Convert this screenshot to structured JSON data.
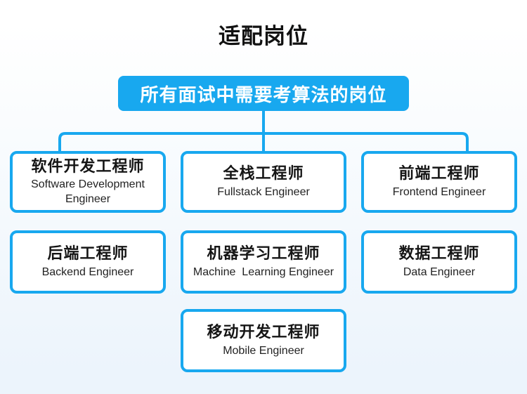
{
  "title": "适配岗位",
  "root": {
    "label": "所有面试中需要考算法的岗位"
  },
  "colors": {
    "accent": "#18a8ef",
    "background_bottom": "#ecf4fc",
    "title_text": "#111111",
    "node_text": "#151515"
  },
  "nodes": [
    {
      "zh": "软件开发工程师",
      "en": "Software Development Engineer"
    },
    {
      "zh": "全栈工程师",
      "en": "Fullstack Engineer"
    },
    {
      "zh": "前端工程师",
      "en": "Frontend Engineer"
    },
    {
      "zh": "后端工程师",
      "en": "Backend Engineer"
    },
    {
      "zh": "机器学习工程师",
      "en": "Machine  Learning Engineer"
    },
    {
      "zh": "数据工程师",
      "en": "Data Engineer"
    },
    {
      "zh": "移动开发工程师",
      "en": "Mobile Engineer"
    }
  ]
}
